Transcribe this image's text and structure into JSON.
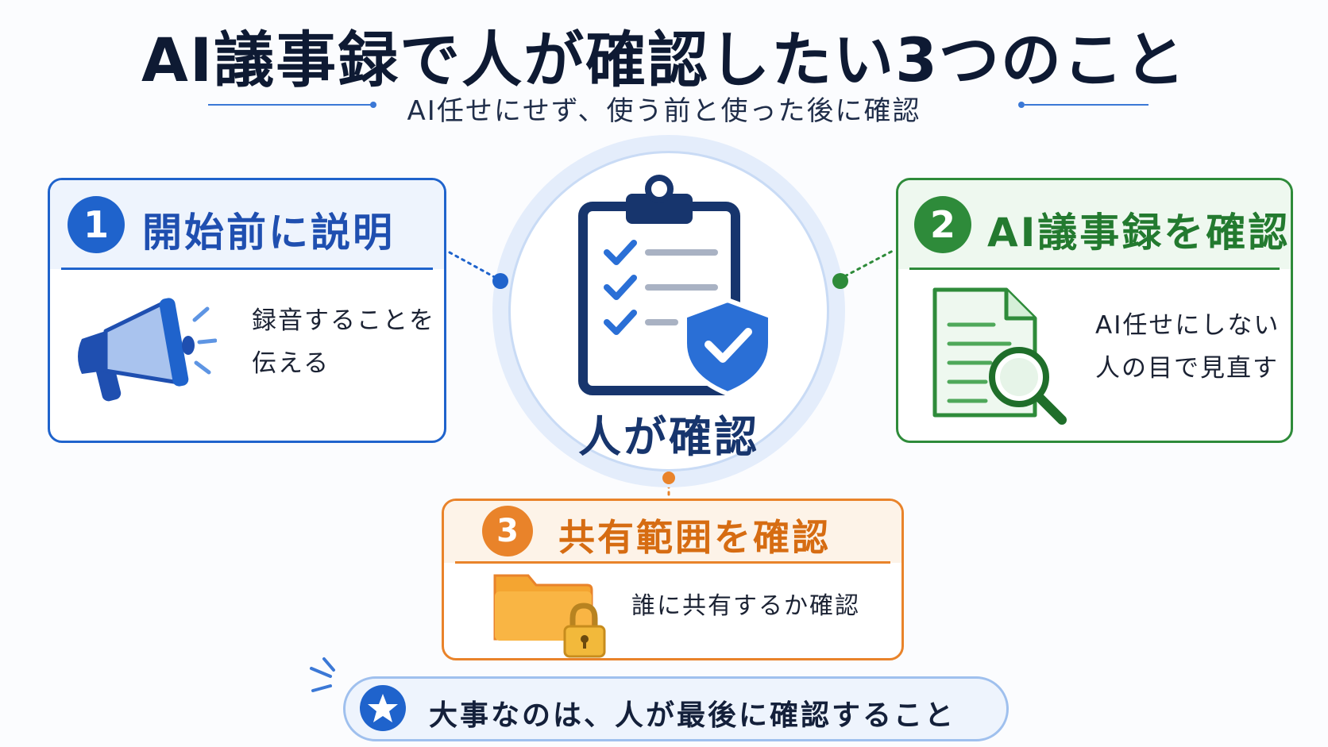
{
  "title": "AI議事録で人が確認したい3つのこと",
  "subtitle": "AI任せにせず、使う前と使った後に確認",
  "center": {
    "label": "人が確認",
    "icon": "clipboard-checklist-shield-icon"
  },
  "steps": [
    {
      "number": "1",
      "title": "開始前に説明",
      "lines": [
        "録音することを",
        "伝える"
      ],
      "icon": "megaphone-icon",
      "color": "#1f63cc"
    },
    {
      "number": "2",
      "title": "AI議事録を確認",
      "lines": [
        "AI任せにしない",
        "人の目で見直す"
      ],
      "icon": "document-magnifier-icon",
      "color": "#2e8b3a"
    },
    {
      "number": "3",
      "title": "共有範囲を確認",
      "lines": [
        "誰に共有するか確認"
      ],
      "icon": "locked-folder-icon",
      "color": "#e9832a"
    }
  ],
  "footer": {
    "text": "大事なのは、人が最後に確認すること",
    "icon": "star-icon"
  },
  "colors": {
    "accent_blue": "#1f63cc",
    "accent_green": "#2e8b3a",
    "accent_orange": "#e9832a",
    "title": "#0e1a33"
  }
}
